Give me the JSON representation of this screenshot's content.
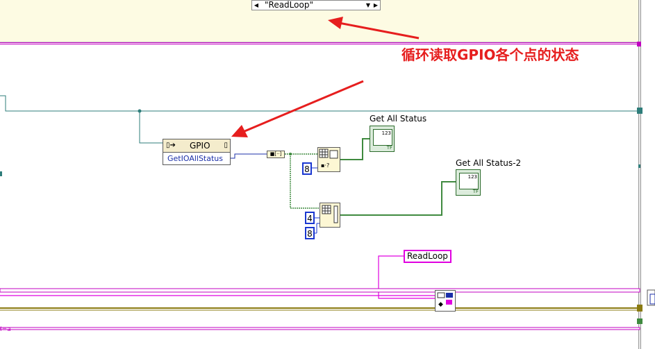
{
  "case_selector": {
    "value": "\"ReadLoop\""
  },
  "annotation": {
    "text": "循环读取GPIO各个点的状态"
  },
  "gpio_node": {
    "title": "GPIO",
    "method": "GetIOAllStatus"
  },
  "indicators": {
    "status1": {
      "label": "Get All Status",
      "value": "123",
      "tf": "TF"
    },
    "status2": {
      "label": "Get All Status-2",
      "value": "123",
      "tf": "TF"
    }
  },
  "constants": {
    "c1": "8",
    "c2": "4",
    "c3": "8"
  },
  "string_const": {
    "value": "ReadLoop"
  },
  "misc": {
    "left_pink_label": "I=a"
  },
  "colors": {
    "wire_blue_green": "#2e7d7a",
    "wire_array": "#3f8a3f",
    "wire_pink": "#e000e0",
    "annotation_red": "#e61e1e",
    "frame_band": "#fdfbe3",
    "error_wire": "#8a7a10"
  }
}
